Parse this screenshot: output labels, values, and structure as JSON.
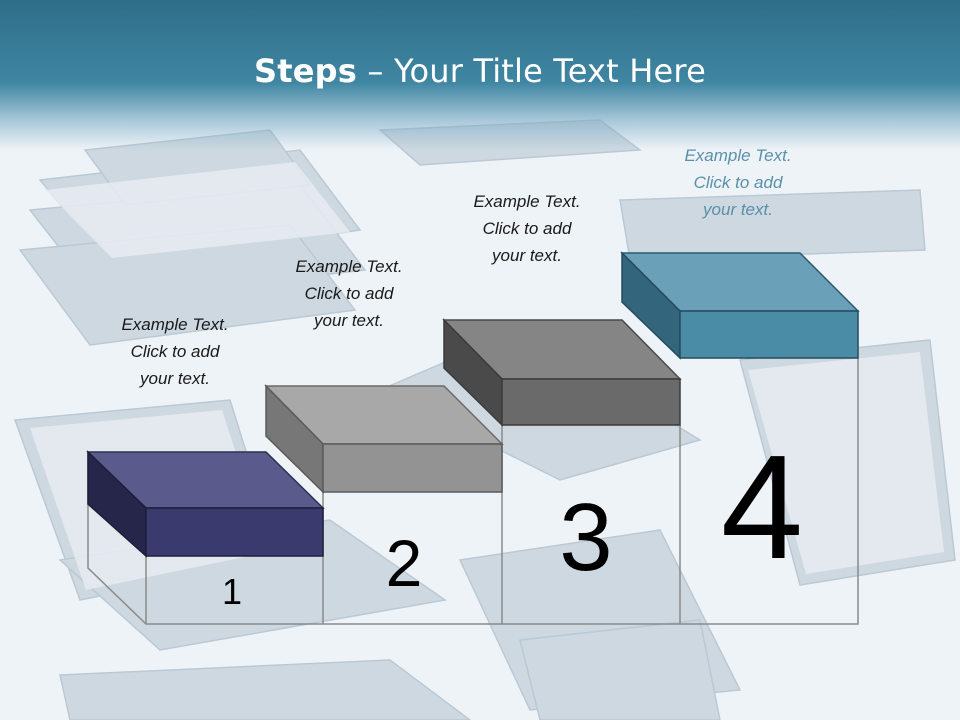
{
  "title": {
    "bold": "Steps",
    "rest": " – Your Title Text Here"
  },
  "steps": [
    {
      "number": "1",
      "text": [
        "Example Text.",
        "Click  to add",
        "your text."
      ],
      "color": "#3a3a78"
    },
    {
      "number": "2",
      "text": [
        "Example Text.",
        "Click  to add",
        "your text."
      ],
      "color": "#9a9a9a"
    },
    {
      "number": "3",
      "text": [
        "Example Text.",
        "Click  to add",
        "your text."
      ],
      "color": "#6e6e6e"
    },
    {
      "number": "4",
      "text": [
        "Example Text.",
        "Click  to add",
        "your text."
      ],
      "color": "#4a8ba6"
    }
  ]
}
